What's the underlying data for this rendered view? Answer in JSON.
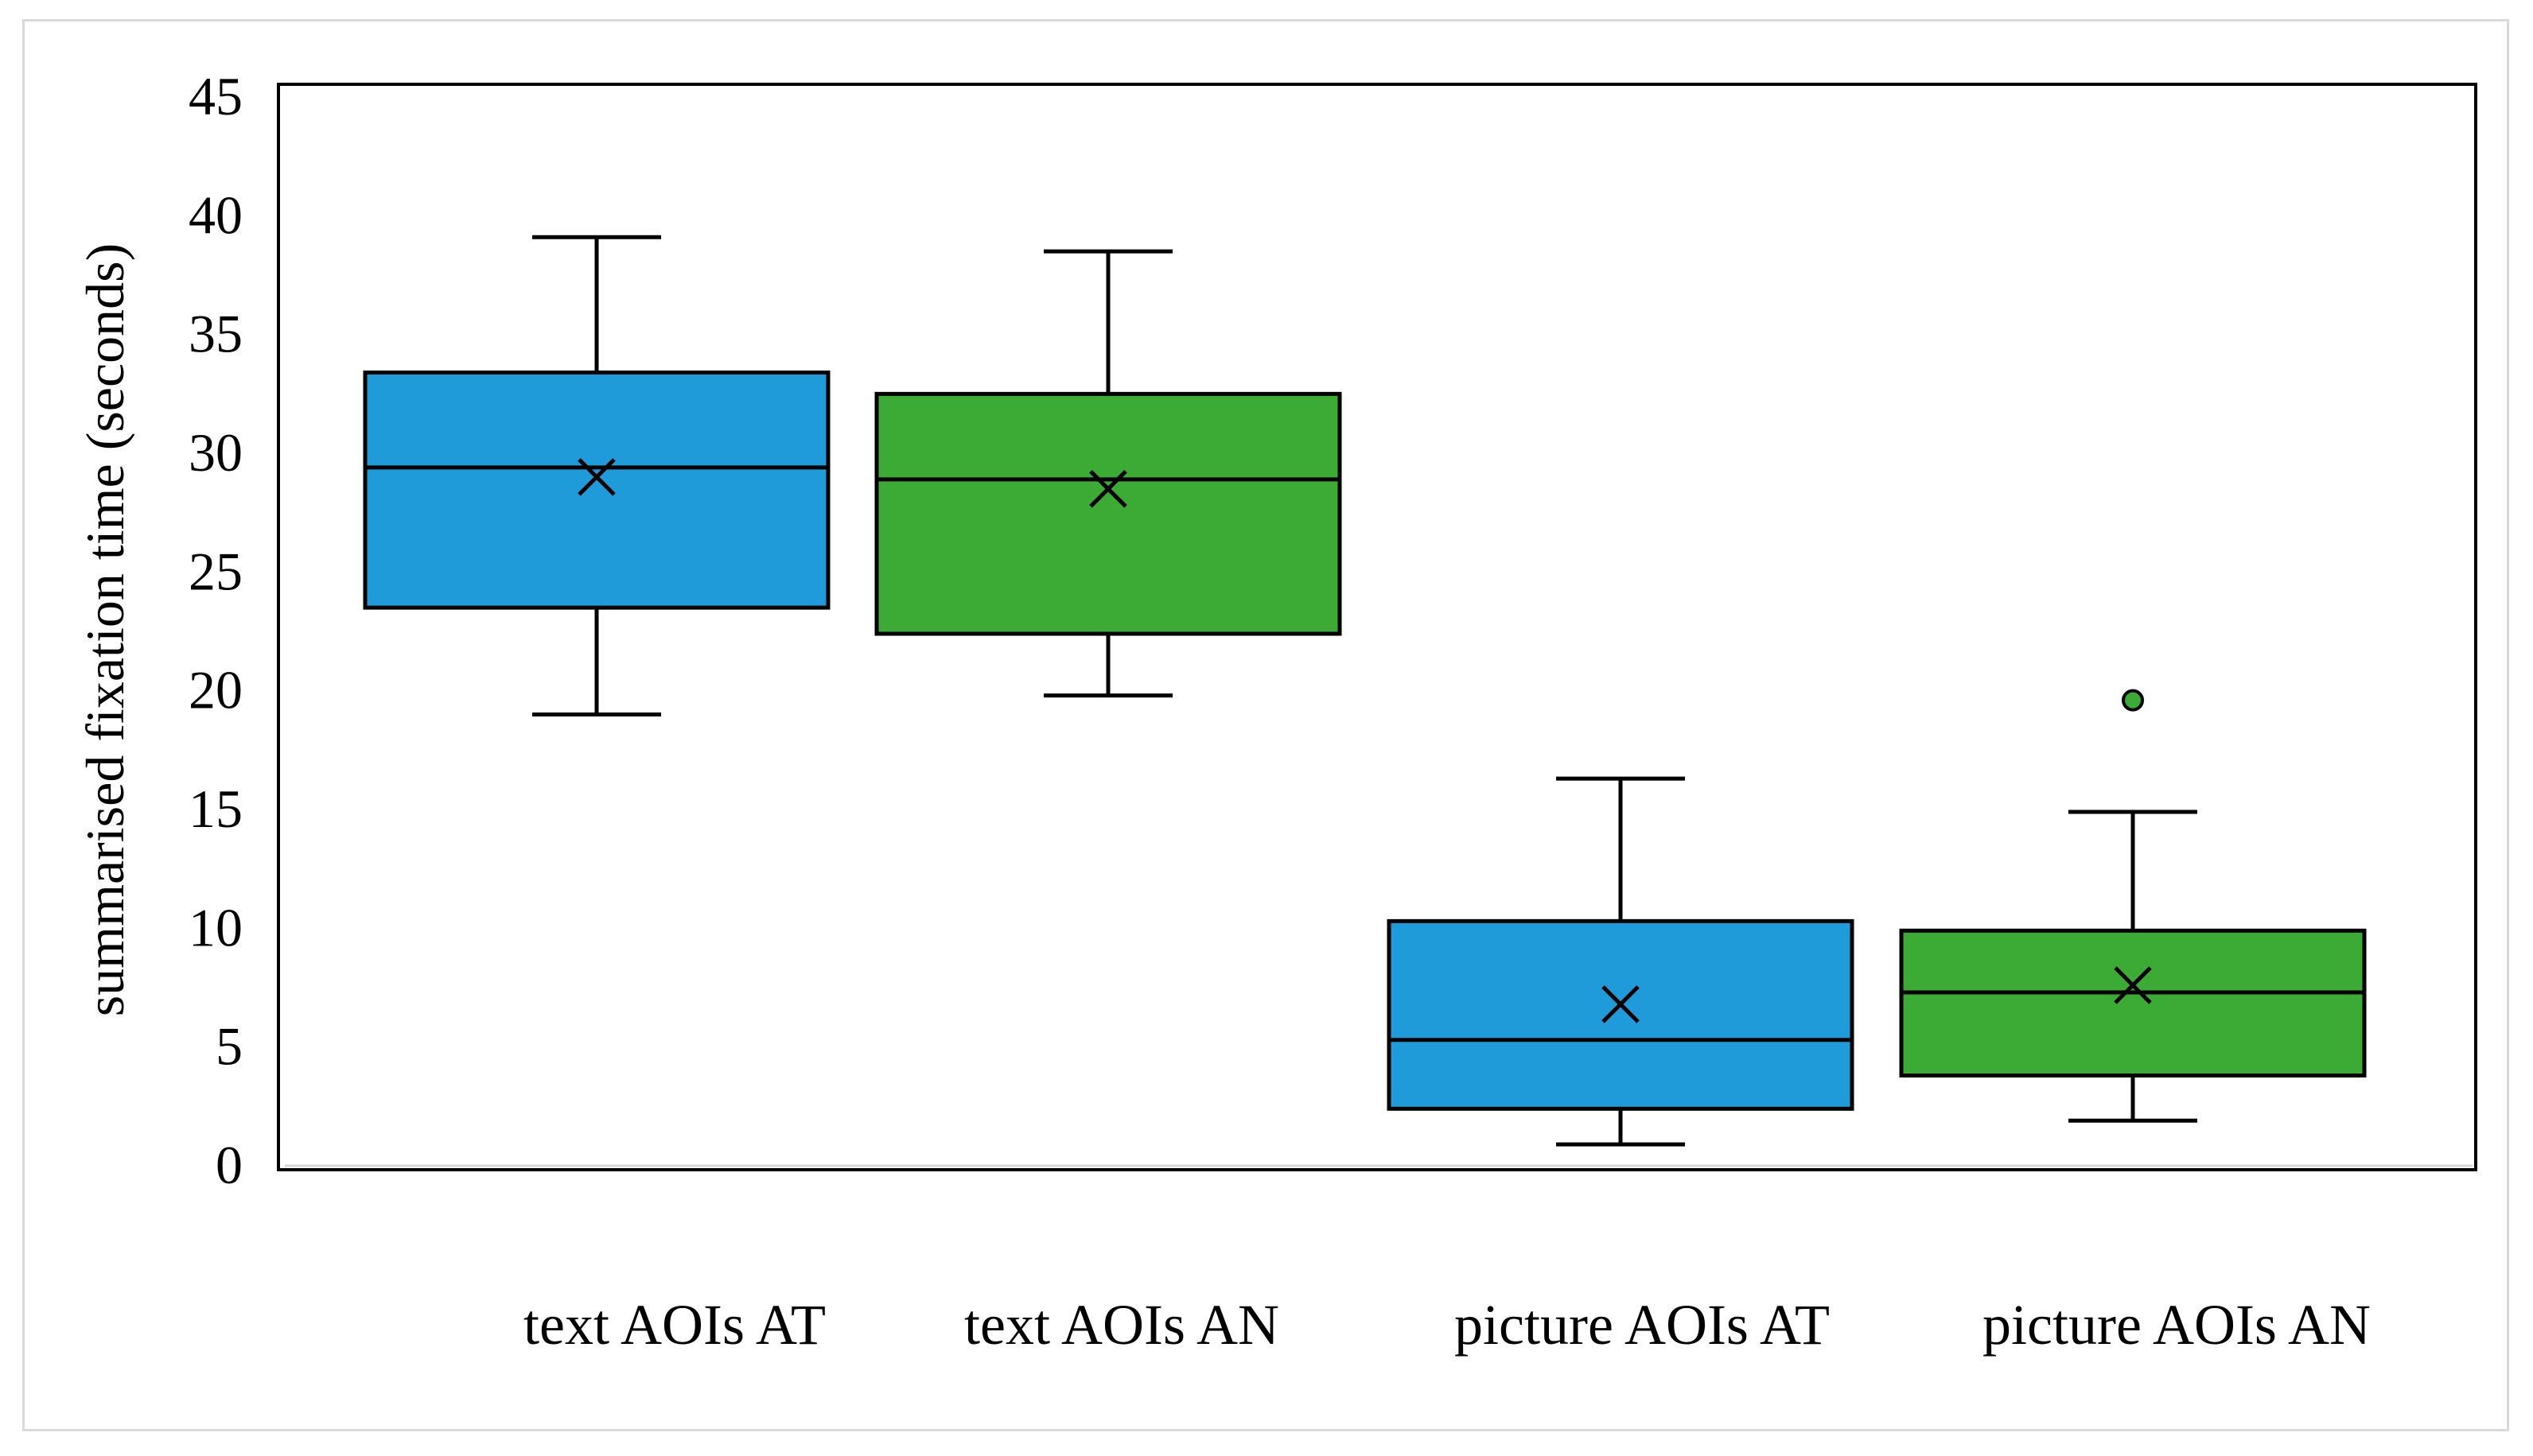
{
  "colors": {
    "at": "#1f9bd9",
    "an": "#3cab35",
    "stroke": "#000000",
    "frame": "#000000"
  },
  "chart_data": {
    "type": "box",
    "title": "",
    "xlabel": "",
    "ylabel": "summarised fixation time (seconds)",
    "ylim": [
      0,
      45
    ],
    "yticks": [
      0,
      5,
      10,
      15,
      20,
      25,
      30,
      35,
      40,
      45
    ],
    "grid": false,
    "legend": "none",
    "categories": [
      "text AOIs AT",
      "text AOIs AN",
      "picture AOIs AT",
      "picture AOIs AN"
    ],
    "boxes": [
      {
        "category": "text AOIs AT",
        "color": "at",
        "min": 19.0,
        "q1": 23.5,
        "median": 29.4,
        "q3": 33.4,
        "max": 39.1,
        "mean": 29.0,
        "outliers": []
      },
      {
        "category": "text AOIs AN",
        "color": "an",
        "min": 19.8,
        "q1": 22.4,
        "median": 28.9,
        "q3": 32.5,
        "max": 38.5,
        "mean": 28.5,
        "outliers": []
      },
      {
        "category": "picture AOIs AT",
        "color": "at",
        "min": 0.9,
        "q1": 2.4,
        "median": 5.3,
        "q3": 10.3,
        "max": 16.3,
        "mean": 6.8,
        "outliers": []
      },
      {
        "category": "picture AOIs AN",
        "color": "an",
        "min": 1.9,
        "q1": 3.8,
        "median": 7.3,
        "q3": 9.9,
        "max": 14.9,
        "mean": 7.6,
        "outliers": [
          19.6
        ]
      }
    ]
  }
}
